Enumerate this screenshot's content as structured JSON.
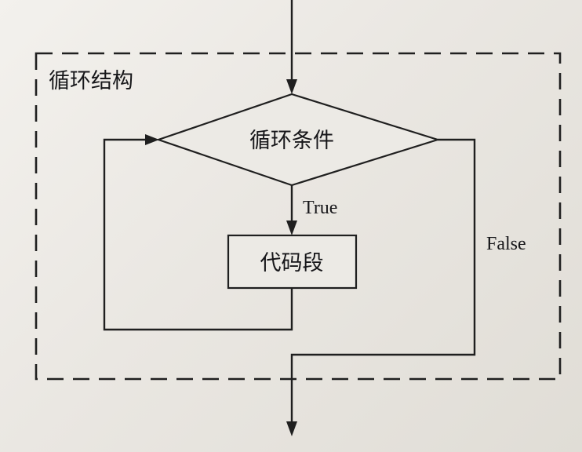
{
  "diagram": {
    "type": "flowchart",
    "title": "循环结构",
    "nodes": {
      "condition": {
        "label": "循环条件",
        "shape": "diamond"
      },
      "process": {
        "label": "代码段",
        "shape": "rectangle"
      }
    },
    "edges": {
      "entry": {
        "from": "top",
        "to": "condition"
      },
      "true_branch": {
        "label": "True",
        "from": "condition",
        "to": "process"
      },
      "loopback": {
        "from": "process",
        "to": "condition"
      },
      "false_branch": {
        "label": "False",
        "from": "condition",
        "to": "exit"
      }
    },
    "boundary": {
      "style": "dashed",
      "label": "循环结构"
    }
  },
  "colors": {
    "background": "#eae7e2",
    "line": "#1f1f1f",
    "text": "#17171a",
    "shape_fill": "#eceae5"
  }
}
